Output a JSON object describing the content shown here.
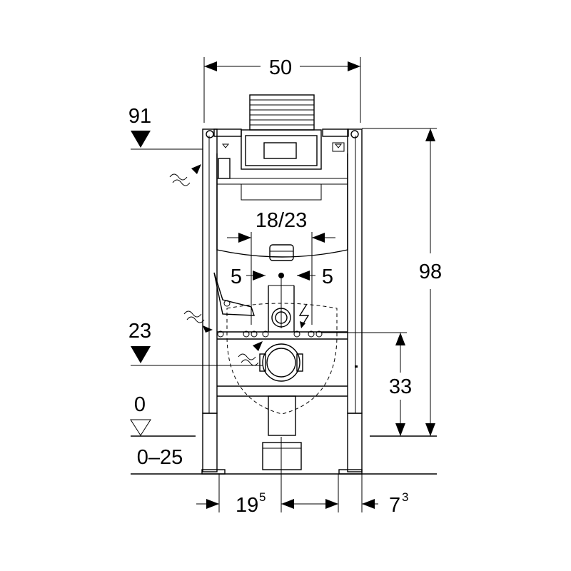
{
  "dimensions": {
    "width": "50",
    "height_total": "98",
    "center_spacing": "18/23",
    "offset_left": "5",
    "offset_right": "5",
    "height_drain": "33",
    "depth_front": "19",
    "depth_front_sup": "5",
    "depth_rear": "7",
    "depth_rear_sup": "3"
  },
  "levels": {
    "top_inlet": "91",
    "drain_level": "23",
    "floor_level": "0",
    "floor_range": "0–25"
  }
}
